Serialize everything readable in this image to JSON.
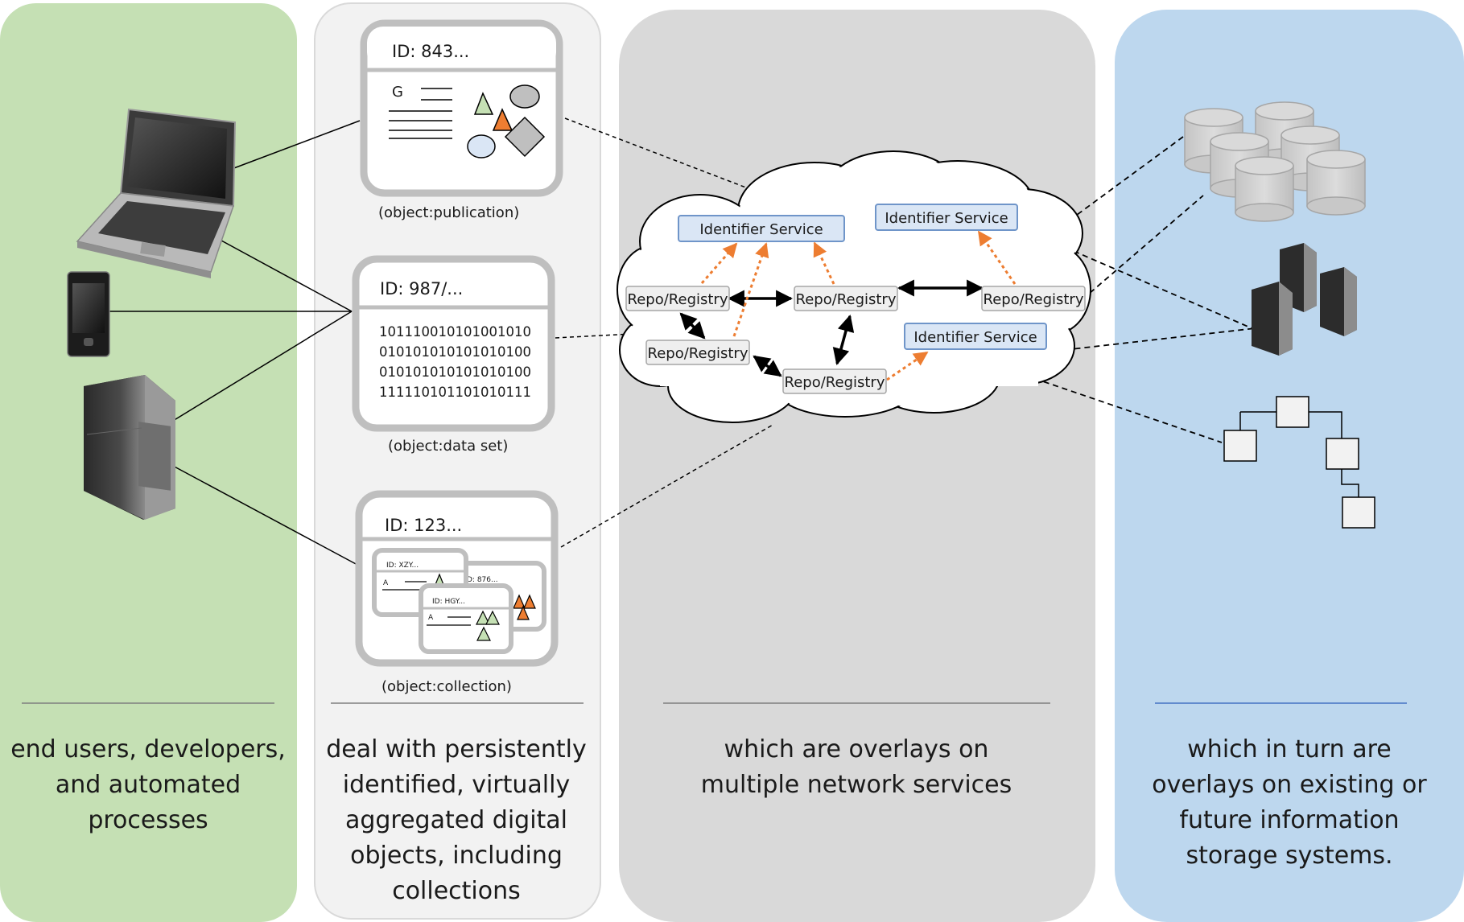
{
  "objects": {
    "publication": {
      "id": "ID: 843...",
      "letter": "G",
      "caption": "(object:publication)"
    },
    "dataset": {
      "id": "ID: 987/...",
      "binary": [
        "101110010101001010",
        "010101010101010100",
        "010101010101010100",
        "111110101101010111"
      ],
      "caption": "(object:data set)"
    },
    "collection": {
      "id": "ID: 123...",
      "sub_ids": [
        "ID: XZY...",
        "D: 876...",
        "ID: HGY..."
      ],
      "sub_letter": "A",
      "caption": "(object:collection)"
    }
  },
  "cloud": {
    "identifier_services": [
      "Identifier Service",
      "Identifier Service",
      "Identifier Service"
    ],
    "repo_registries": [
      "Repo/Registry",
      "Repo/Registry",
      "Repo/Registry",
      "Repo/Registry",
      "Repo/Registry"
    ]
  },
  "panels": {
    "users": {
      "lines": [
        "end users, developers,",
        "and automated",
        "processes"
      ],
      "bg": "#c5e0b4"
    },
    "objects": {
      "lines": [
        "deal with persistently",
        "identified, virtually",
        "aggregated digital",
        "objects, including",
        "collections"
      ],
      "bg": "#f2f2f2"
    },
    "network": {
      "lines": [
        "which are overlays on",
        "multiple network services"
      ],
      "bg": "#d9d9d9"
    },
    "storage": {
      "lines": [
        "which  in turn are",
        "overlays on  existing or",
        "future information",
        "storage systems."
      ],
      "bg": "#bdd7ee"
    }
  },
  "colors": {
    "arrow_orange": "#ed7d31",
    "service_fill": "#dae6f5",
    "service_stroke": "#6f95c9"
  }
}
